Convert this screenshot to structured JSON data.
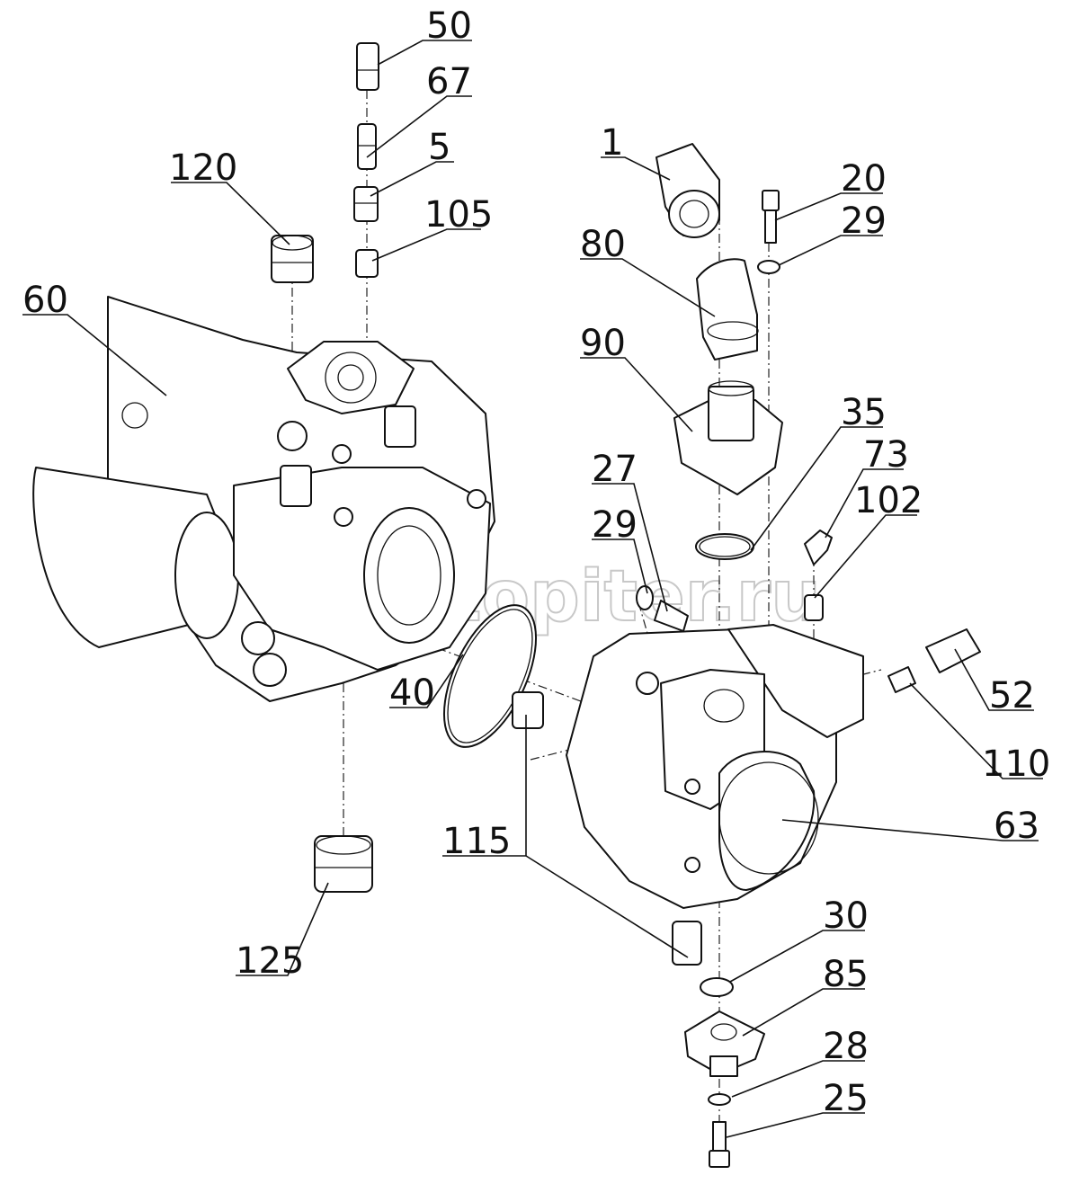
{
  "diagram": {
    "type": "exploded-parts-view",
    "watermark": "autopiter.ru",
    "callouts": [
      {
        "id": "50",
        "label": "50"
      },
      {
        "id": "67",
        "label": "67"
      },
      {
        "id": "5",
        "label": "5"
      },
      {
        "id": "105",
        "label": "105"
      },
      {
        "id": "120",
        "label": "120"
      },
      {
        "id": "60",
        "label": "60"
      },
      {
        "id": "1",
        "label": "1"
      },
      {
        "id": "20",
        "label": "20"
      },
      {
        "id": "29a",
        "label": "29"
      },
      {
        "id": "80",
        "label": "80"
      },
      {
        "id": "90",
        "label": "90"
      },
      {
        "id": "35",
        "label": "35"
      },
      {
        "id": "73",
        "label": "73"
      },
      {
        "id": "102",
        "label": "102"
      },
      {
        "id": "27",
        "label": "27"
      },
      {
        "id": "29b",
        "label": "29"
      },
      {
        "id": "52",
        "label": "52"
      },
      {
        "id": "110",
        "label": "110"
      },
      {
        "id": "40",
        "label": "40"
      },
      {
        "id": "63",
        "label": "63"
      },
      {
        "id": "115",
        "label": "115"
      },
      {
        "id": "125",
        "label": "125"
      },
      {
        "id": "30",
        "label": "30"
      },
      {
        "id": "85",
        "label": "85"
      },
      {
        "id": "28",
        "label": "28"
      },
      {
        "id": "25",
        "label": "25"
      }
    ]
  }
}
